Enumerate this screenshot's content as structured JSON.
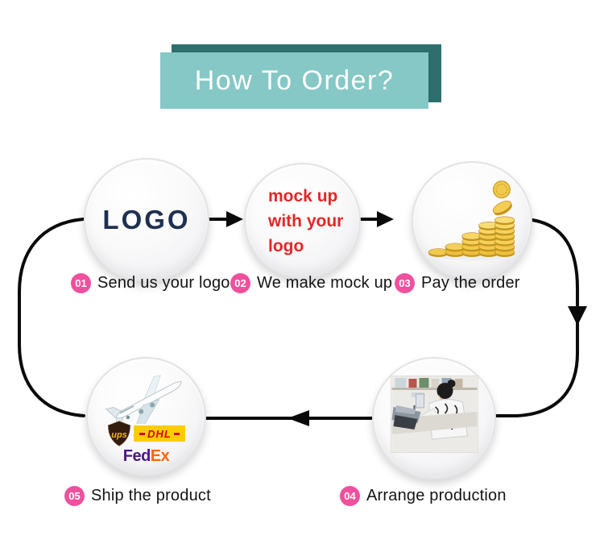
{
  "banner": {
    "title": "How To Order?"
  },
  "steps": [
    {
      "number": "01",
      "label": "Send us your logo"
    },
    {
      "number": "02",
      "label": "We make mock up"
    },
    {
      "number": "03",
      "label": "Pay the order"
    },
    {
      "number": "04",
      "label": "Arrange production"
    },
    {
      "number": "05",
      "label": "Ship the product"
    }
  ],
  "circle1": {
    "logo_text": "LOGO"
  },
  "circle2": {
    "line1": "mock up",
    "line2": "with your",
    "line3": "logo"
  },
  "circle5": {
    "ups": "ups",
    "dhl": "DHL",
    "fedex_fed": "Fed",
    "fedex_ex": "Ex"
  },
  "icons": {
    "circle3": "gold-coin-stacks-icon",
    "circle4": "sewing-production-photo",
    "circle5": "airplane-icon",
    "flow": [
      "arrow-right-icon",
      "arrow-right-icon",
      "arrow-down-icon",
      "arrow-left-icon",
      "loop-curve-left",
      "loop-curve-right"
    ]
  },
  "colors": {
    "banner_bg": "#85c8c6",
    "banner_shadow": "#2e6f6e",
    "banner_text": "#ffffff",
    "badge_pink": "#f0509e",
    "logo_navy": "#1f3050",
    "mockup_red": "#e42527",
    "flow_line": "#0a0a0a",
    "coin_gold": "#f1c94d",
    "coin_edge": "#c8961e",
    "ups_brown": "#331c0c",
    "ups_gold": "#f0b51c",
    "dhl_yellow": "#ffcc00",
    "dhl_red": "#d40511",
    "fedex_purple": "#4d148c",
    "fedex_orange": "#ff6600"
  }
}
